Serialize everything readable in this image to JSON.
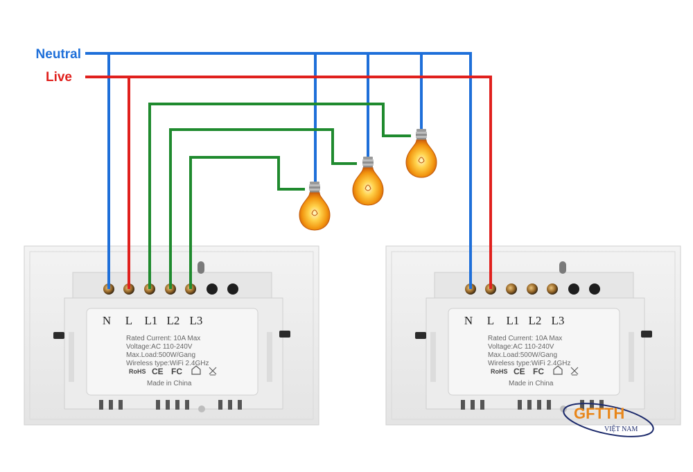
{
  "wires": {
    "neutral_label": "Neutral",
    "live_label": "Live",
    "neutral_color": "#1e6fd9",
    "live_color": "#e0201d",
    "load_color": "#1f8a2e"
  },
  "switches": [
    {
      "terminals": [
        "N",
        "L",
        "L1",
        "L2",
        "L3"
      ],
      "specs": [
        "Rated Current: 10A Max",
        "Voltage:AC 110-240V",
        "Max.Load:500W/Gang",
        "Wireless type:WiFi 2.4GHz"
      ],
      "cert_marks": [
        "RoHS",
        "CE",
        "FC"
      ],
      "origin": "Made in China"
    },
    {
      "terminals": [
        "N",
        "L",
        "L1",
        "L2",
        "L3"
      ],
      "specs": [
        "Rated Current: 10A Max",
        "Voltage:AC 110-240V",
        "Max.Load:500W/Gang",
        "Wireless type:WiFi 2.4GHz"
      ],
      "cert_marks": [
        "RoHS",
        "CE",
        "FC"
      ],
      "origin": "Made in China"
    }
  ],
  "bulbs": [
    "bulb-1",
    "bulb-2",
    "bulb-3"
  ],
  "logo": {
    "main": "GFTTH",
    "sub": "VIỆT NAM",
    "color": "#e8861a"
  }
}
